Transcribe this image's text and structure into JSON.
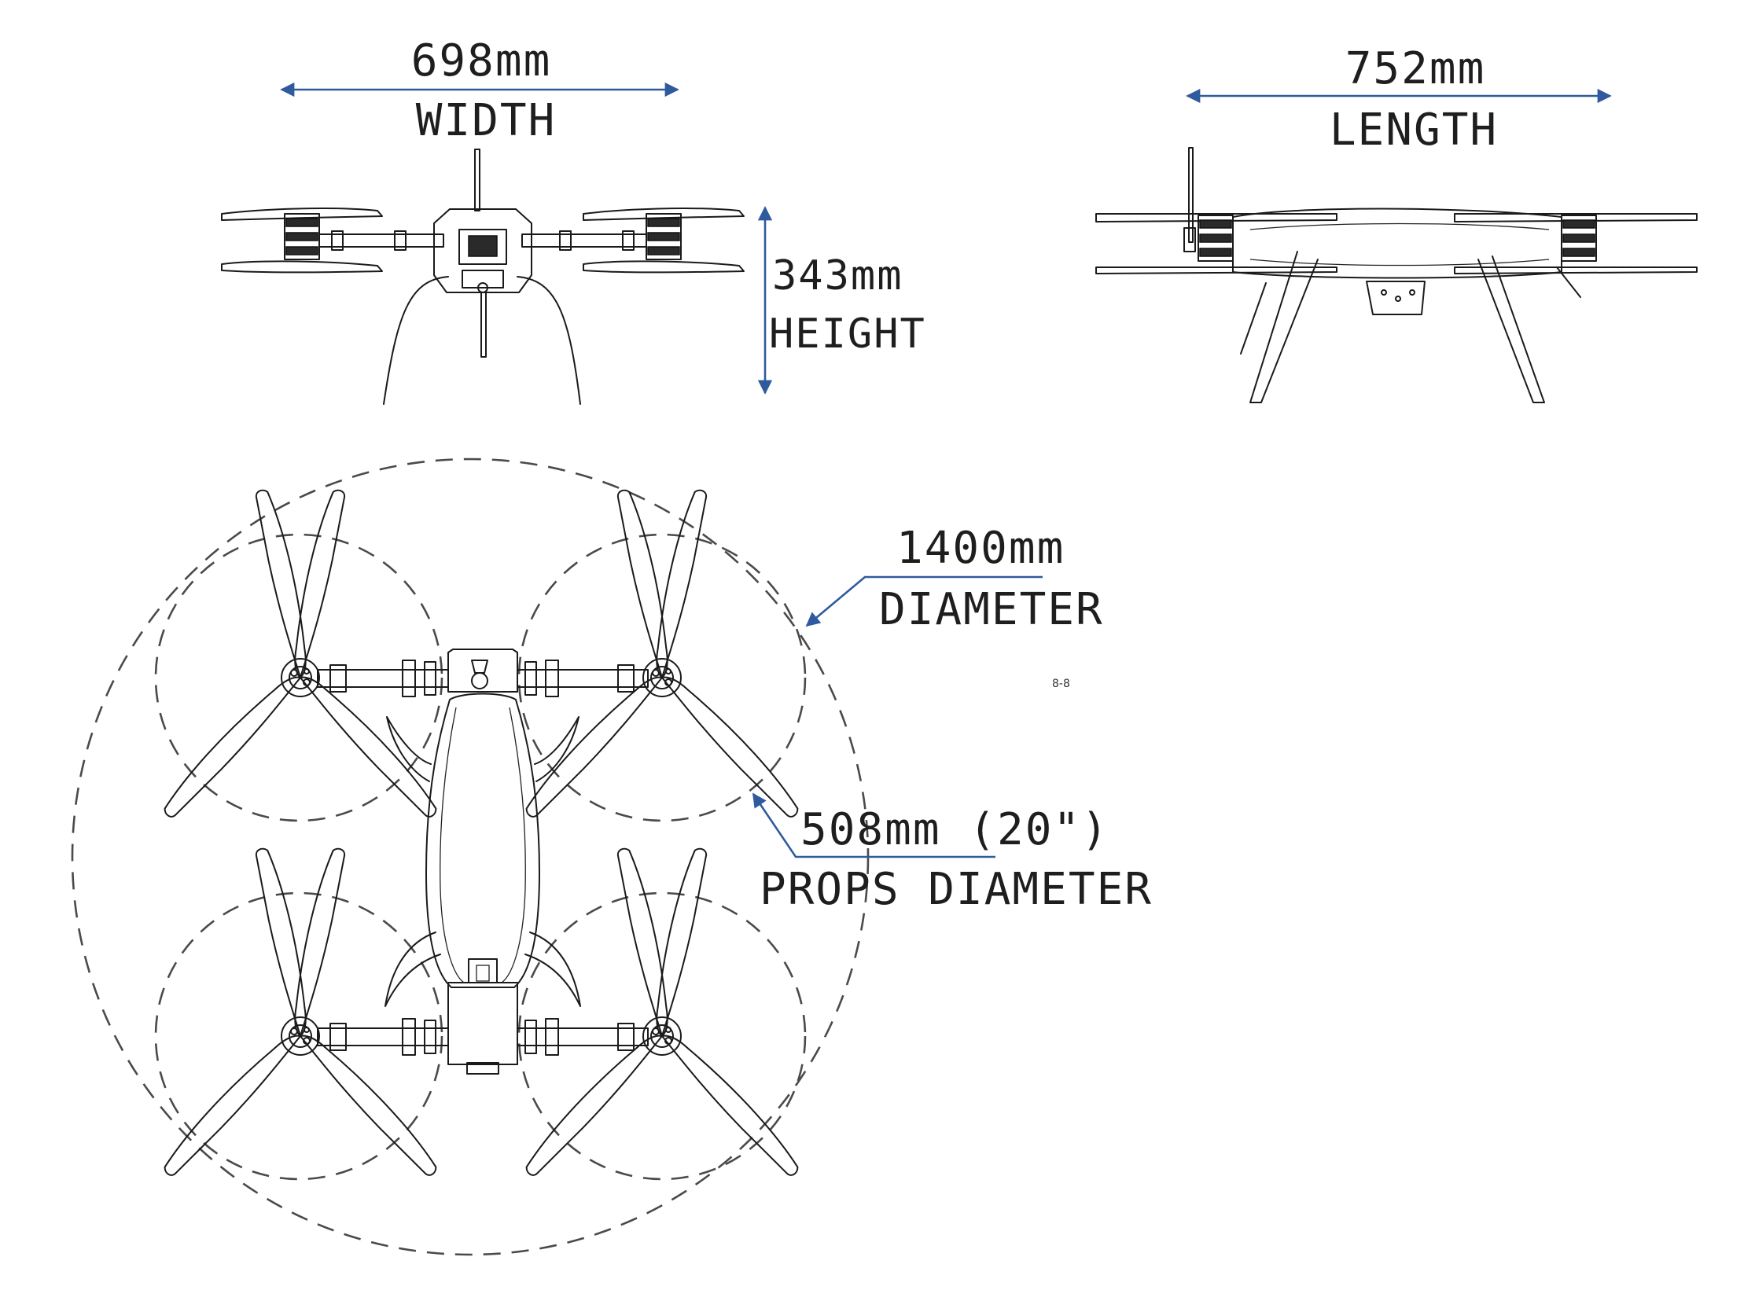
{
  "front_view": {
    "width_value": "698mm",
    "width_label": "WIDTH",
    "height_value": "343mm",
    "height_label": "HEIGHT"
  },
  "side_view": {
    "length_value": "752mm",
    "length_label": "LENGTH"
  },
  "top_view": {
    "diameter_value": "1400mm",
    "diameter_label": "DIAMETER",
    "props_value": "508mm (20\")",
    "props_label": "PROPS DIAMETER",
    "marker": "8-8"
  },
  "colors": {
    "dimension": "#2f5a9e",
    "ink": "#1a1a1a",
    "dashed": "#4a4a4a"
  }
}
